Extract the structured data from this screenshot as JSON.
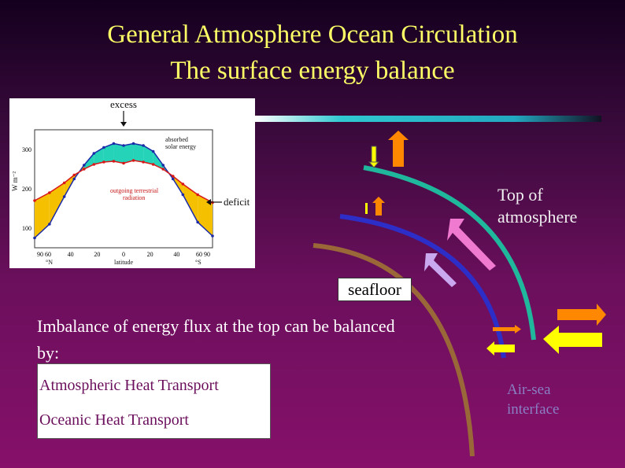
{
  "title": {
    "line1": "General Atmosphere Ocean Circulation",
    "line2": "The surface energy balance"
  },
  "labels": {
    "top_of_atmosphere": [
      "Top of",
      "atmosphere"
    ],
    "seafloor": "seafloor",
    "imbalance": "Imbalance of energy flux at the top can be balanced by:",
    "atmospheric": "Atmospheric Heat Transport",
    "oceanic": "Oceanic Heat Transport",
    "air_sea": [
      "Air-sea",
      "interface"
    ]
  },
  "inset": {
    "excess": "excess",
    "deficit": "deficit",
    "absorbed": [
      "absorbed",
      "solar energy"
    ],
    "outgoing": [
      "outgoing terrestrial",
      "radiation"
    ],
    "ylabel": "W m⁻²",
    "xlabel": "latitude",
    "y_ticks": [
      "300",
      "200",
      "100"
    ],
    "x_ticks": [
      "90 60",
      "40",
      "20",
      "0",
      "20",
      "40",
      "60 90"
    ],
    "x_ends": [
      "°N",
      "°S"
    ]
  },
  "chart_data": {
    "type": "line",
    "x": [
      -90,
      -75,
      -60,
      -50,
      -40,
      -30,
      -20,
      -10,
      0,
      10,
      20,
      30,
      40,
      50,
      60,
      75,
      90
    ],
    "series": [
      {
        "name": "absorbed solar energy",
        "values": [
          75,
          110,
          180,
          225,
          260,
          290,
          305,
          315,
          310,
          315,
          310,
          295,
          260,
          225,
          185,
          115,
          80
        ]
      },
      {
        "name": "outgoing terrestrial radiation",
        "values": [
          170,
          190,
          215,
          235,
          250,
          262,
          268,
          270,
          265,
          272,
          268,
          262,
          250,
          232,
          212,
          185,
          165
        ]
      }
    ],
    "ylim": [
      50,
      350
    ],
    "xlim": [
      -90,
      90
    ],
    "colors": {
      "surplus": "#24d3b8",
      "deficit": "#f5c000",
      "absorbed": "#1a2aa8",
      "outgoing": "#d81818"
    }
  },
  "colors": {
    "arc_toa": "#1fb89c",
    "arc_blue": "#2d2dc8",
    "arc_brown": "#9a6838",
    "arrow_orange": "#ff8800",
    "arrow_yellow": "#ffff00",
    "arrow_pink": "#f07ad0",
    "arrow_lilac": "#c9a8f0"
  }
}
